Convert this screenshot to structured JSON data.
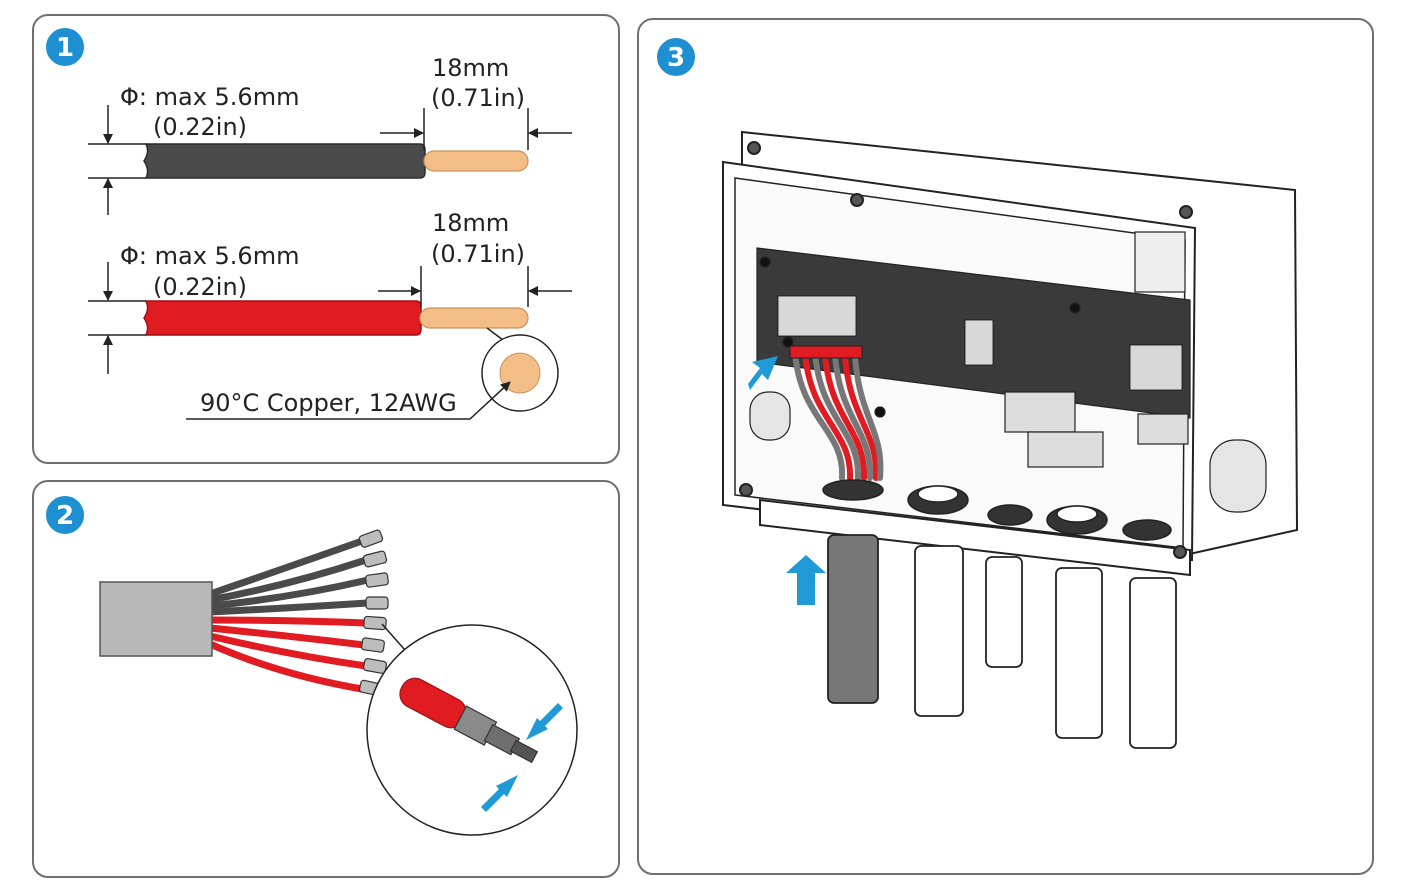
{
  "step1": {
    "number": "1",
    "black_wire": {
      "diameter_line1": "Φ: max 5.6mm",
      "diameter_line2": "(0.22in)",
      "strip_line1": "18mm",
      "strip_line2": "(0.71in)"
    },
    "red_wire": {
      "diameter_line1": "Φ: max 5.6mm",
      "diameter_line2": "(0.22in)",
      "strip_line1": "18mm",
      "strip_line2": "(0.71in)"
    },
    "conductor_spec": "90°C Copper, 12AWG"
  },
  "step2": {
    "number": "2"
  },
  "step3": {
    "number": "3"
  },
  "colors": {
    "badge": "#1e8fd0",
    "arrow": "#1f9ad6",
    "black_wire": "#4a4a4a",
    "red_wire": "#e11b22",
    "copper": "#f2bd86",
    "panel_border": "#6f6f6f"
  }
}
